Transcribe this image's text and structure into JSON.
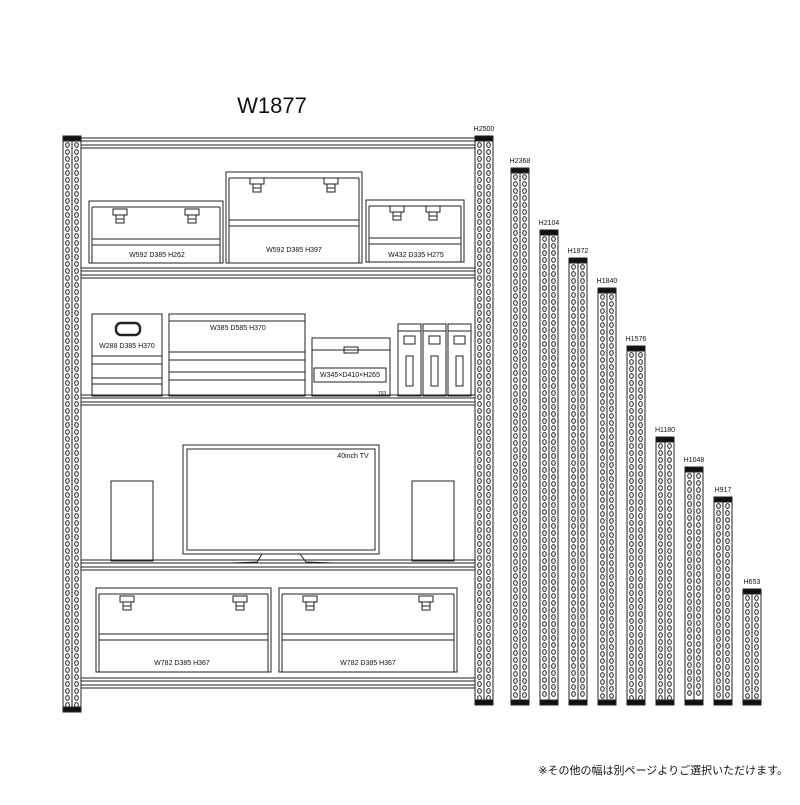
{
  "width_label": "W1877",
  "shelf_heights": [
    "H2500",
    "H2368",
    "H2104",
    "H1972",
    "H1840",
    "H1576",
    "H1180",
    "H1048",
    "H917",
    "H653"
  ],
  "boxes": {
    "top_left": "W592 D385 H262",
    "top_center": "W592 D385 H397",
    "top_right": "W432 D335 H275",
    "mid_small": "W288 D385 H370",
    "mid_large": "W385 D585 H370",
    "mid_carton": "W345×D410×H265",
    "mid_carton_code": "703",
    "bottom_left": "W782 D385 H367",
    "bottom_right": "W782 D385 H367"
  },
  "tv_label": "40inch TV",
  "footnote": "※その他の幅は別ページよりご選択いただけます。"
}
